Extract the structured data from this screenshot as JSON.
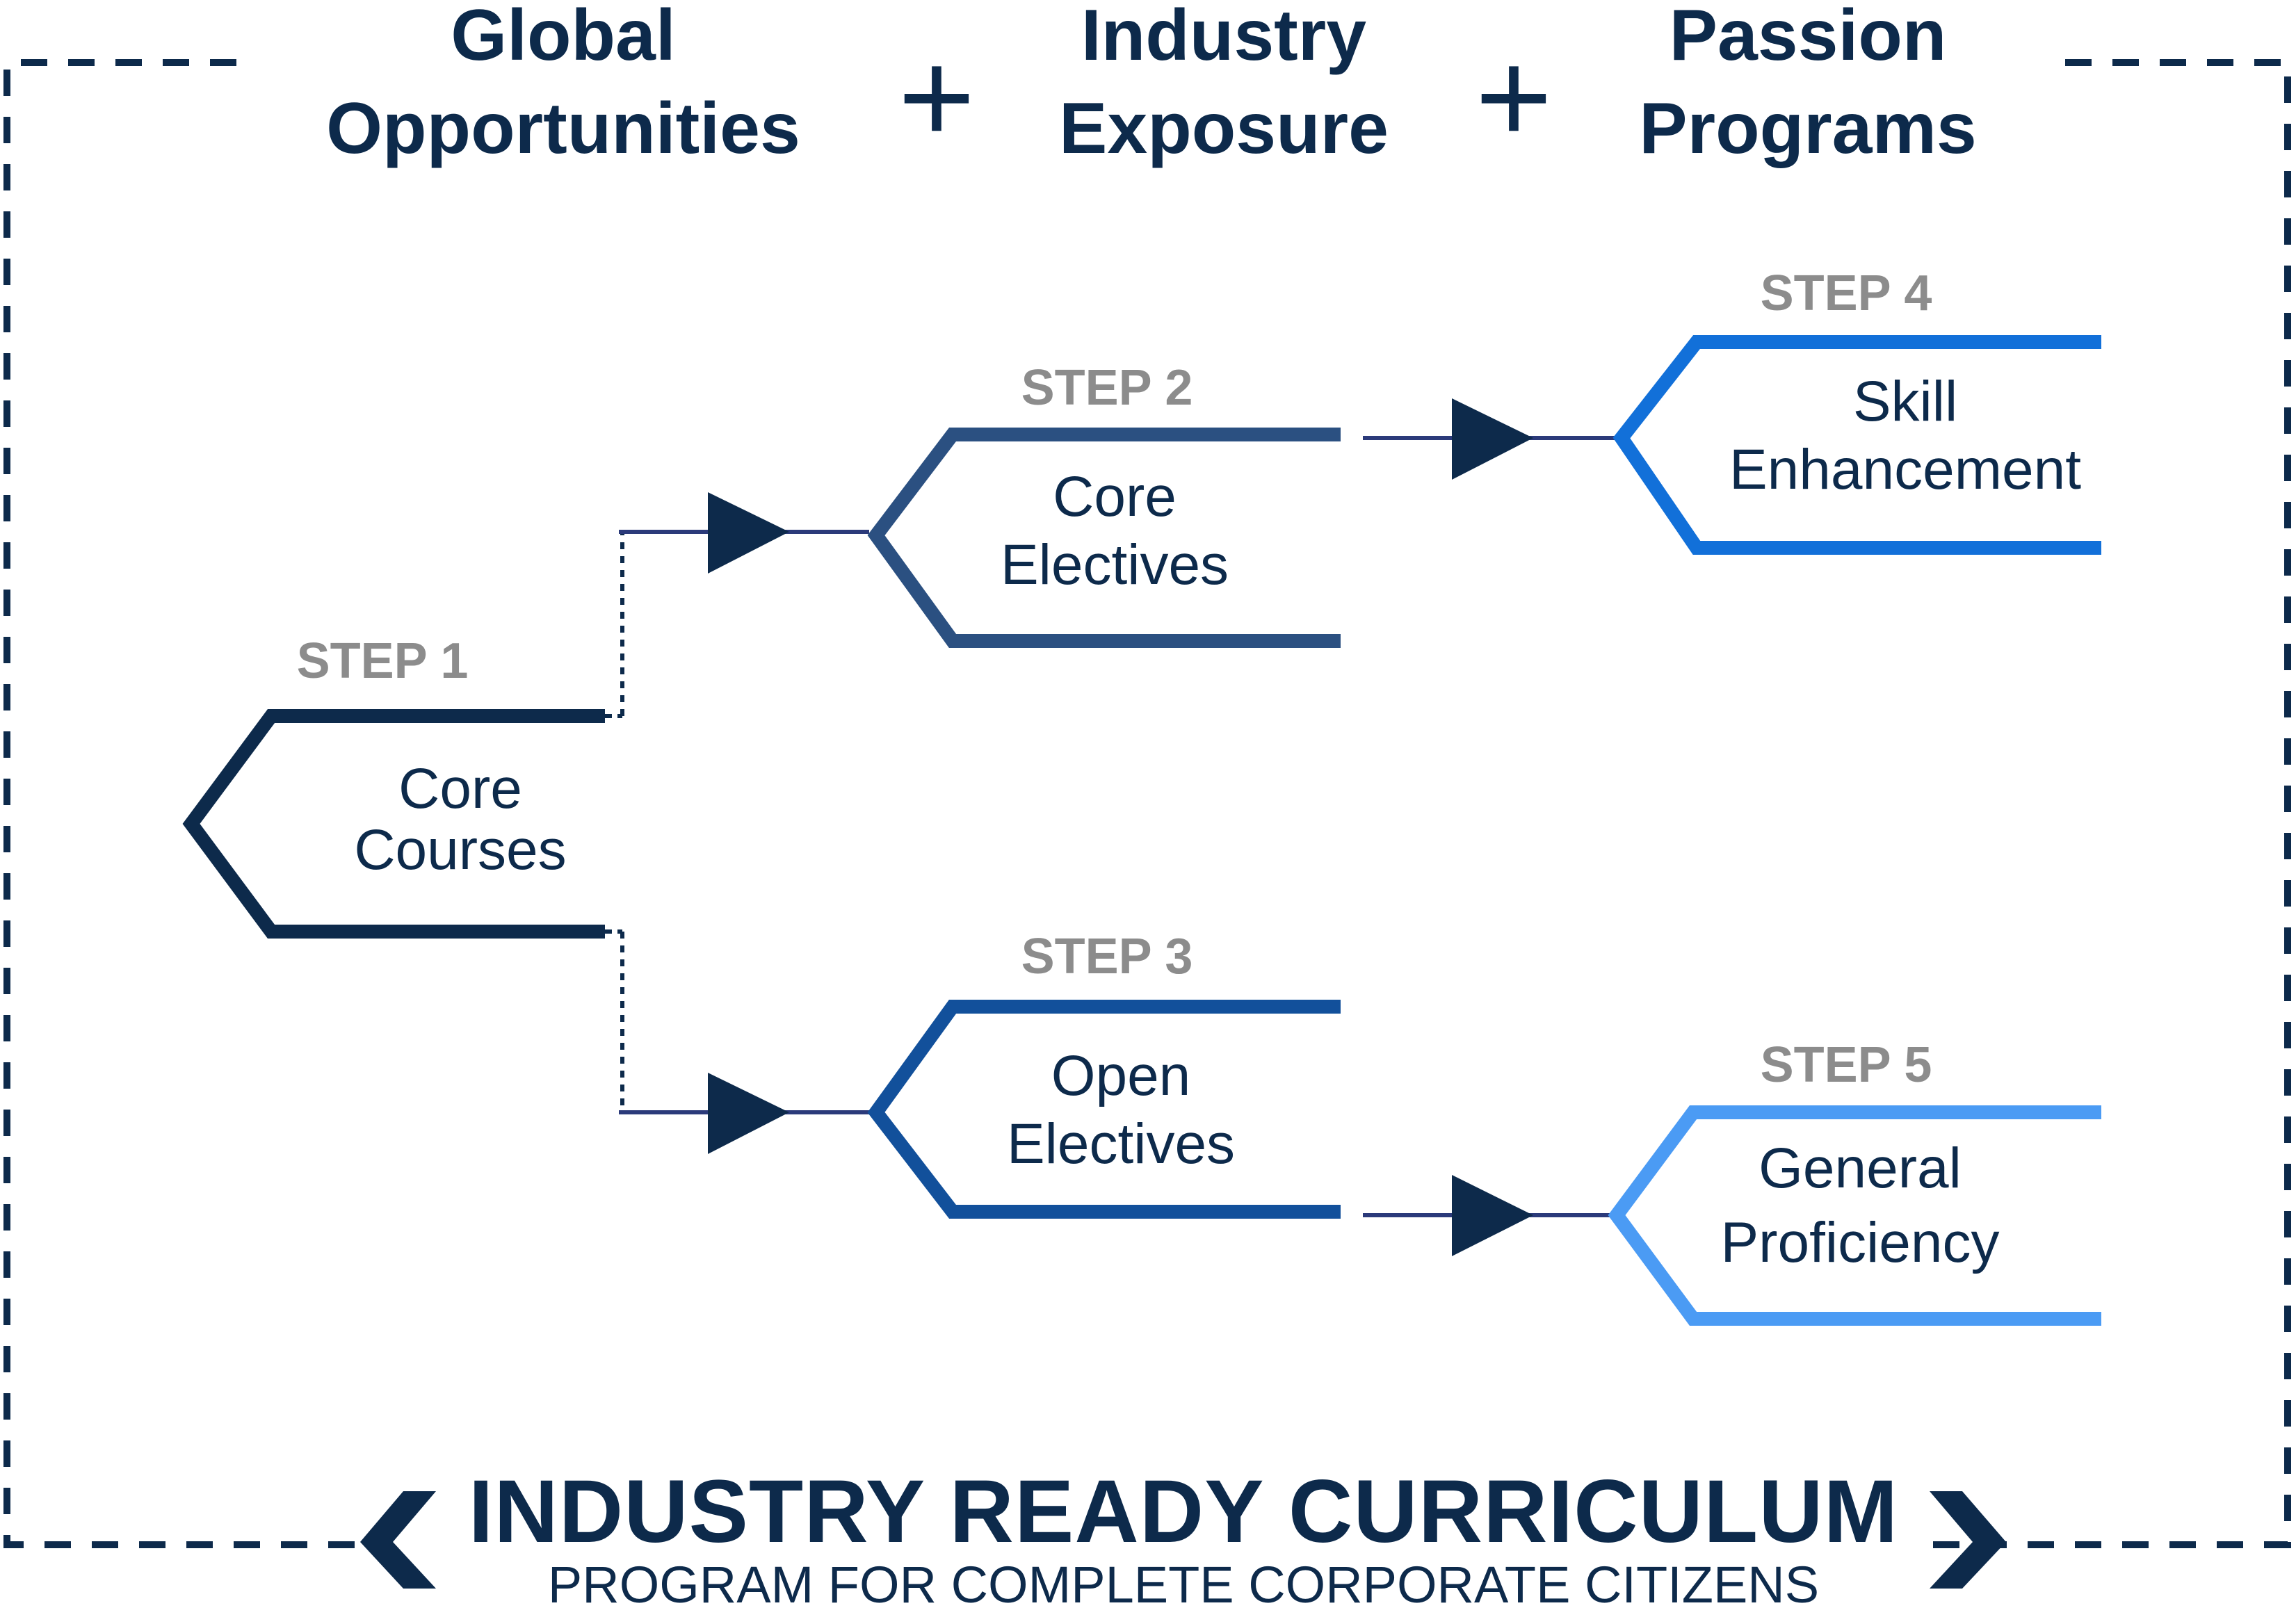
{
  "colors": {
    "navy": "#0d2a4b",
    "step_label_gray": "#8c8c8c",
    "connector": "#2b3a7a",
    "step1": "#0d2a4b",
    "step2": "#2b5081",
    "step3": "#12509b",
    "step4": "#1270d9",
    "step5": "#4b9bf4"
  },
  "header": {
    "pillars": [
      {
        "line1": "Global",
        "line2": "Opportunities"
      },
      {
        "line1": "Industry",
        "line2": "Exposure"
      },
      {
        "line1": "Passion",
        "line2": "Programs"
      }
    ],
    "separator": "+"
  },
  "steps": [
    {
      "label": "STEP 1",
      "line1": "Core",
      "line2": "Courses"
    },
    {
      "label": "STEP 2",
      "line1": "Core",
      "line2": "Electives"
    },
    {
      "label": "STEP 3",
      "line1": "Open",
      "line2": "Electives"
    },
    {
      "label": "STEP 4",
      "line1": "Skill",
      "line2": "Enhancement"
    },
    {
      "label": "STEP 5",
      "line1": "General",
      "line2": "Proficiency"
    }
  ],
  "footer": {
    "title": "INDUSTRY READY CURRICULUM",
    "subtitle": "PROGRAM FOR COMPLETE CORPORATE CITIZENS"
  }
}
